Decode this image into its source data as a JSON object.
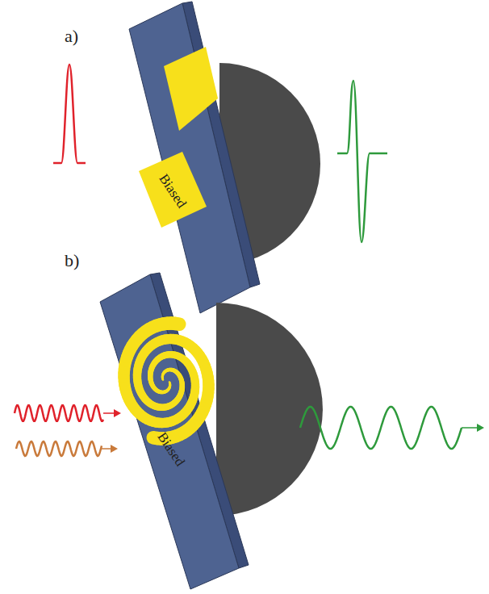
{
  "diagram": {
    "labels": [
      "a)",
      "Biased",
      "b)",
      "Biased"
    ]
  }
}
